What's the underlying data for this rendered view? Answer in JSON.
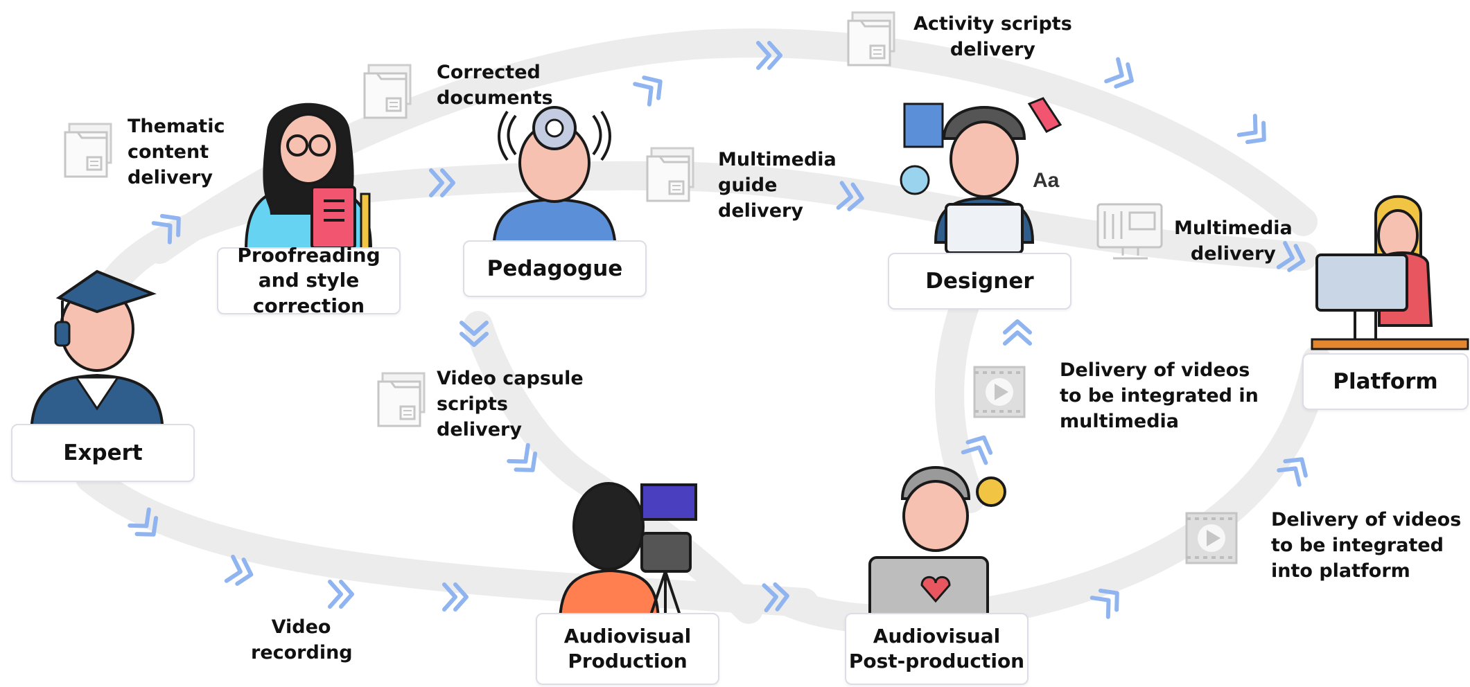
{
  "roles": {
    "expert": "Expert",
    "proofreading": "Proofreading and style correction",
    "pedagogue": "Pedagogue",
    "designer": "Designer",
    "platform": "Platform",
    "av_production": "Audiovisual Production",
    "av_postproduction": "Audiovisual Post-production"
  },
  "flows": {
    "thematic": "Thematic\ncontent\ndelivery",
    "corrected": "Corrected\ndocuments",
    "activity": "Activity scripts\ndelivery",
    "multimedia_guide": "Multimedia\nguide\ndelivery",
    "multimedia": "Multimedia\ndelivery",
    "video_capsule": "Video capsule\nscripts\ndelivery",
    "videos_multimedia": "Delivery of videos\nto be integrated in\nmultimedia",
    "videos_platform": "Delivery of videos\nto be integrated\ninto platform",
    "video_recording": "Video\nrecording"
  },
  "colors": {
    "track": "#ebebeb",
    "chevron": "#8fb4ef",
    "doc_icon": "#c9c9c9",
    "box_border": "#dcdde6"
  },
  "icons": [
    "document-icon",
    "video-file-icon",
    "computer-icon",
    "chevron-arrow-icon"
  ]
}
